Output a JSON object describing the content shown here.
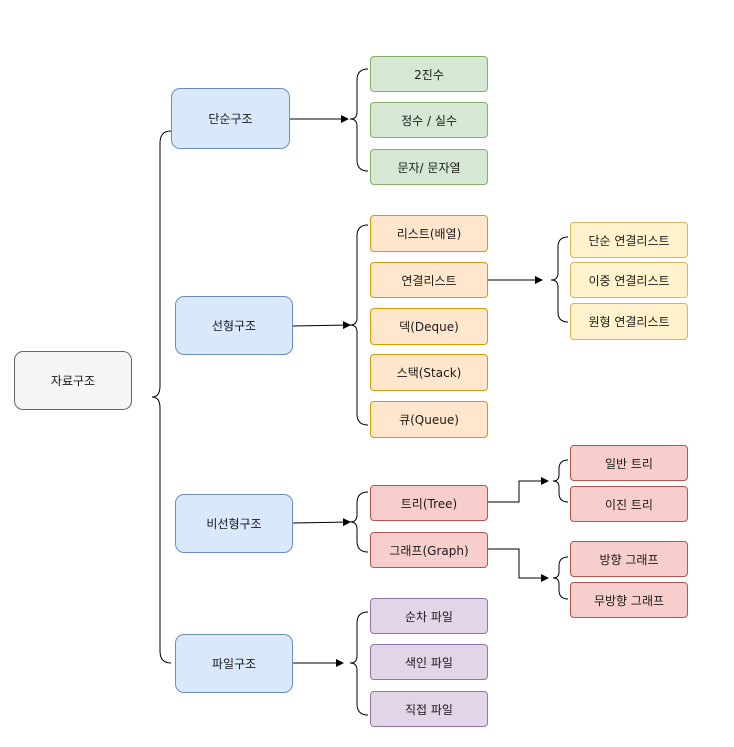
{
  "root": {
    "label": "자료구조"
  },
  "categories": [
    {
      "label": "단순구조"
    },
    {
      "label": "선형구조"
    },
    {
      "label": "비선형구조"
    },
    {
      "label": "파일구조"
    }
  ],
  "simple_items": [
    {
      "label": "2진수"
    },
    {
      "label": "정수 / 실수"
    },
    {
      "label": "문자/ 문자열"
    }
  ],
  "linear_items": [
    {
      "label": "리스트(배열)"
    },
    {
      "label": "연결리스트"
    },
    {
      "label": "덱(Deque)"
    },
    {
      "label": "스택(Stack)"
    },
    {
      "label": "큐(Queue)"
    }
  ],
  "linked_list_types": [
    {
      "label": "단순 연결리스트"
    },
    {
      "label": "이중 연결리스트"
    },
    {
      "label": "원형 연결리스트"
    }
  ],
  "nonlinear_items": [
    {
      "label": "트리(Tree)"
    },
    {
      "label": "그래프(Graph)"
    }
  ],
  "tree_types": [
    {
      "label": "일반 트리"
    },
    {
      "label": "이진 트리"
    }
  ],
  "graph_types": [
    {
      "label": "방향 그래프"
    },
    {
      "label": "무방향 그래프"
    }
  ],
  "file_items": [
    {
      "label": "순차 파일"
    },
    {
      "label": "색인 파일"
    },
    {
      "label": "직접 파일"
    }
  ]
}
